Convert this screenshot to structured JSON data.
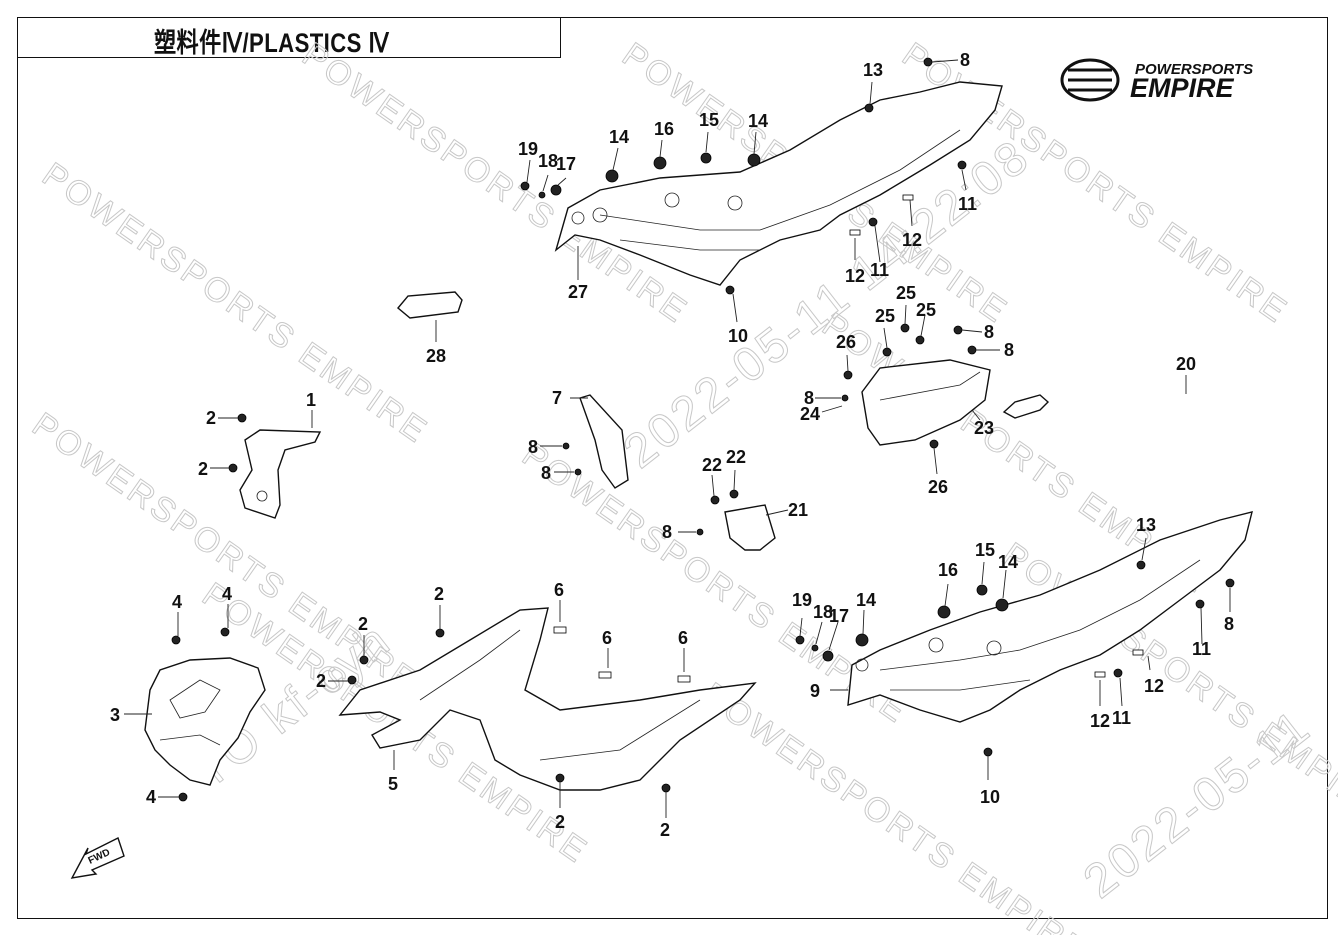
{
  "header": {
    "title": "塑料件Ⅳ/PLASTICS Ⅳ"
  },
  "logo": {
    "line1": "POWERSPORTS",
    "line2": "EMPIRE"
  },
  "watermarks": [
    "POWERSPORTS EMPIRE",
    "2022-05-11 14:22:08",
    "TO kf-cyh",
    "2022-05-11"
  ],
  "fwd_label": "FWD",
  "callouts": [
    "1",
    "2",
    "2",
    "3",
    "4",
    "4",
    "4",
    "2",
    "2",
    "5",
    "2",
    "2",
    "2",
    "6",
    "6",
    "6",
    "7",
    "8",
    "8",
    "8",
    "21",
    "22",
    "22",
    "28",
    "19",
    "18",
    "17",
    "14",
    "16",
    "15",
    "14",
    "13",
    "8",
    "11",
    "12",
    "12",
    "11",
    "27",
    "10",
    "26",
    "25",
    "25",
    "25",
    "8",
    "8",
    "8",
    "24",
    "23",
    "26",
    "20",
    "9",
    "19",
    "18",
    "17",
    "14",
    "16",
    "15",
    "14",
    "13",
    "8",
    "11",
    "12",
    "12",
    "11",
    "10"
  ],
  "colors": {
    "line": "#111111",
    "watermark": "#c8c8c8",
    "background": "#ffffff"
  }
}
